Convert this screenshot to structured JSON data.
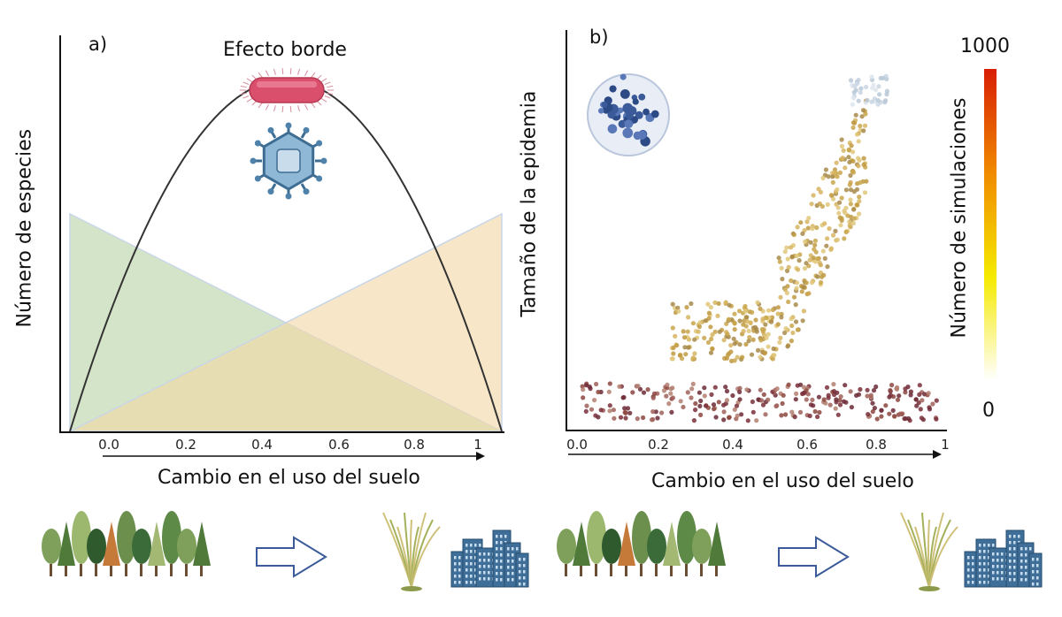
{
  "chart_data": [
    {
      "panel": "a)",
      "type": "area",
      "title": "Efecto borde",
      "xlabel": "Cambio en el uso del suelo",
      "ylabel": "Número de especies",
      "x_ticks": [
        "0.0",
        "0.2",
        "0.4",
        "0.6",
        "0.8",
        "1"
      ],
      "xlim": [
        -0.1,
        1.07
      ],
      "ylim": [
        0,
        1
      ],
      "series": [
        {
          "type": "area",
          "color": "#b9d4a6",
          "x": [
            -0.1,
            1.07
          ],
          "y": [
            0.6,
            0.0
          ]
        },
        {
          "type": "area",
          "color": "#f2d9a6",
          "x": [
            -0.1,
            1.07
          ],
          "y": [
            0.0,
            0.6
          ]
        },
        {
          "type": "line",
          "color": "#333333",
          "x": [
            -0.1,
            0.125,
            0.36,
            0.6,
            0.83,
            1.07
          ],
          "y": [
            0.0,
            0.71,
            0.93,
            0.93,
            0.71,
            0.0
          ]
        }
      ],
      "icons": [
        "bacteria-icon",
        "virus-icon"
      ]
    },
    {
      "panel": "b)",
      "type": "scatter",
      "xlabel": "Cambio en el uso del suelo",
      "ylabel": "Tamaño de la epidemia",
      "x_ticks": [
        "0.0",
        "0.2",
        "0.4",
        "0.6",
        "0.8",
        "1"
      ],
      "xlim": [
        -0.02,
        1.02
      ],
      "ylim": [
        0,
        1
      ],
      "colorbar": {
        "label": "Número de simulaciones",
        "min_label": "0",
        "max_label": "1000",
        "colors": [
          "#ffffff",
          "#f5ea00",
          "#f08a00",
          "#d81e05"
        ]
      },
      "density_bands": [
        {
          "x_range": [
            0.0,
            1.0
          ],
          "y_center": 0.06,
          "y_spread": 0.05,
          "density": "high"
        },
        {
          "x_range": [
            0.25,
            0.55
          ],
          "y_center": 0.25,
          "y_spread": 0.08,
          "density": "medium"
        },
        {
          "x_range": [
            0.55,
            0.8
          ],
          "y_center": 0.52,
          "y_spread": 0.15,
          "density": "medium"
        },
        {
          "x_range": [
            0.75,
            0.86
          ],
          "y_center": 0.9,
          "y_spread": 0.04,
          "density": "low"
        }
      ],
      "icons": [
        "virus-icon"
      ]
    }
  ],
  "bottom_strip": {
    "items": [
      "forest-icon",
      "arrow-right-icon",
      "grass-icon",
      "city-icon",
      "forest-icon",
      "arrow-right-icon",
      "grass-icon",
      "city-icon"
    ]
  }
}
